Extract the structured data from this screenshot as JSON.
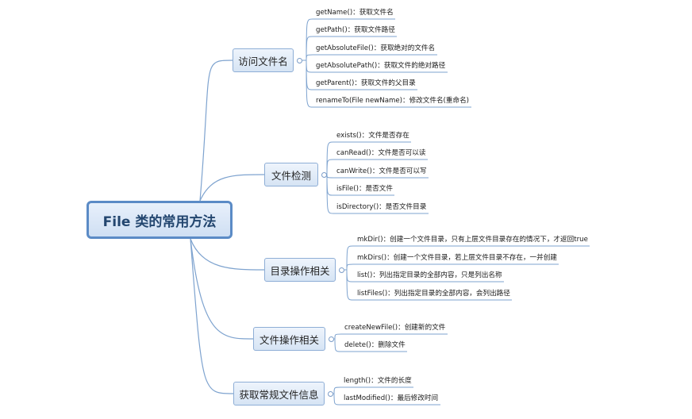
{
  "root": {
    "label": "File 类的常用方法"
  },
  "branches": [
    {
      "label": "访问文件名",
      "items": [
        "getName()：获取文件名",
        "getPath()：获取文件路径",
        "getAbsoluteFile()：获取绝对的文件名",
        "getAbsolutePath()：获取文件的绝对路径",
        "getParent()：获取文件的父目录",
        "renameTo(File newName)：修改文件名(重命名)"
      ]
    },
    {
      "label": "文件检测",
      "items": [
        "exists()：文件是否存在",
        "canRead()：文件是否可以读",
        "canWrite()：文件是否可以写",
        "isFile()：是否文件",
        "isDirectory()：是否文件目录"
      ]
    },
    {
      "label": "目录操作相关",
      "items": [
        "mkDir()：创建一个文件目录，只有上层文件目录存在的情况下，才返回true",
        "mkDirs()：创建一个文件目录，若上层文件目录不存在，一并创建",
        "list()：列出指定目录的全部内容，只是列出名称",
        "listFiles()：列出指定目录的全部内容，会列出路径"
      ]
    },
    {
      "label": "文件操作相关",
      "items": [
        "createNewFile()：创建新的文件",
        "delete()：删除文件"
      ]
    },
    {
      "label": "获取常规文件信息",
      "items": [
        "length()：文件的长度",
        "lastModified()：最后修改时间"
      ]
    }
  ],
  "colors": {
    "line": "#7ea3cf",
    "root_border": "#5b8bc6"
  }
}
